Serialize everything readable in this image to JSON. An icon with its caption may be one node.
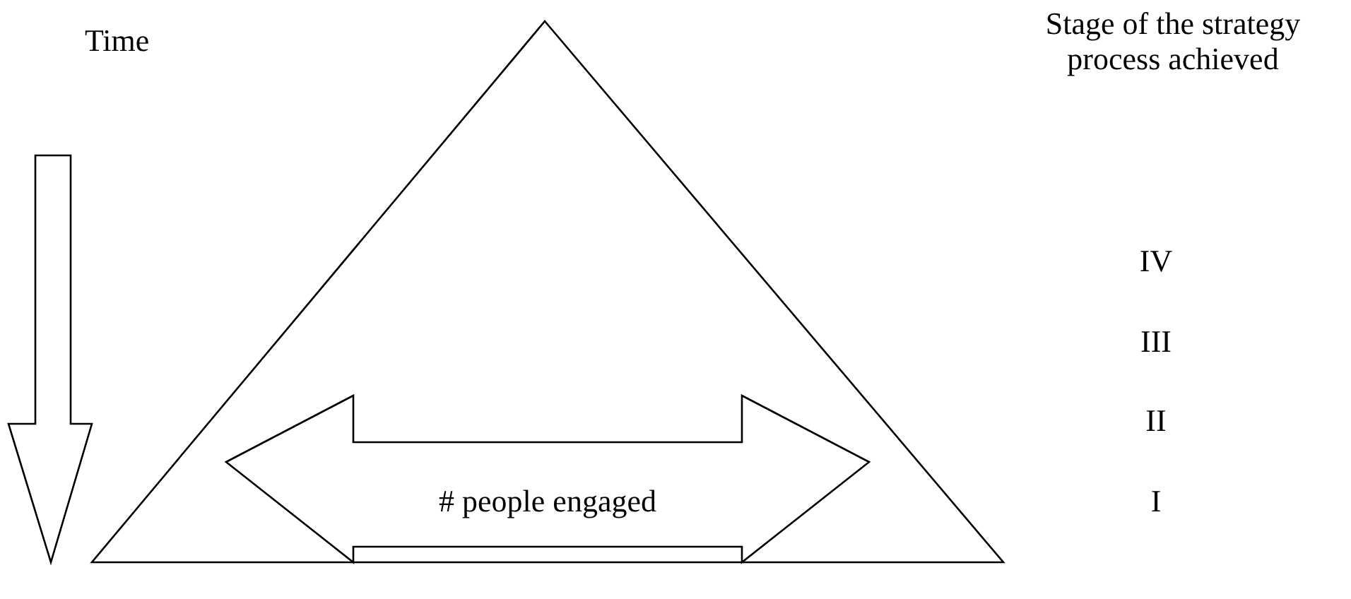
{
  "diagram": {
    "nodes": [
      {
        "text": [],
        "shape": "triangle"
      },
      {
        "text": [
          "# people engaged"
        ],
        "in": 0
      }
    ],
    "edges": [],
    "labels": [
      "Time",
      "Stage of the strategy process achieved",
      "IV",
      "III",
      "II",
      "I"
    ]
  }
}
